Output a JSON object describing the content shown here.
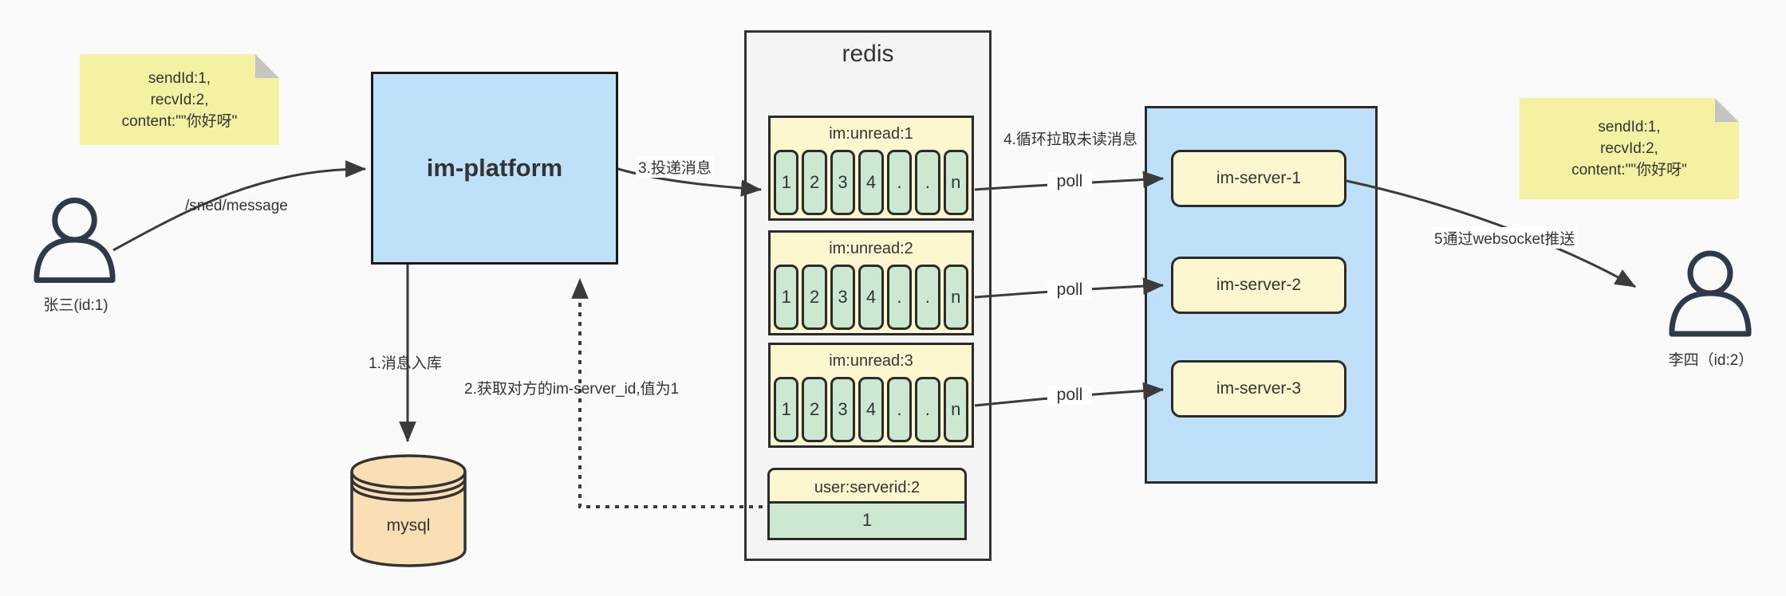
{
  "notes": {
    "left": {
      "lines": [
        "sendId:1,",
        "recvId:2,",
        "content:\"\"你好呀\""
      ]
    },
    "right": {
      "lines": [
        "sendId:1,",
        "recvId:2,",
        "content:\"\"你好呀\""
      ]
    }
  },
  "actors": {
    "sender": {
      "label": "张三(id:1)"
    },
    "receiver": {
      "label": "李四（id:2）"
    }
  },
  "platform": {
    "label": "im-platform"
  },
  "database": {
    "label": "mysql"
  },
  "redis": {
    "title": "redis",
    "lists": [
      {
        "key": "im:unread:1",
        "cells": [
          "1",
          "2",
          "3",
          "4",
          ".",
          ".",
          "n"
        ]
      },
      {
        "key": "im:unread:2",
        "cells": [
          "1",
          "2",
          "3",
          "4",
          ".",
          ".",
          "n"
        ]
      },
      {
        "key": "im:unread:3",
        "cells": [
          "1",
          "2",
          "3",
          "4",
          ".",
          ".",
          "n"
        ]
      }
    ],
    "kv": {
      "key": "user:serverid:2",
      "value": "1"
    }
  },
  "server_cluster": {
    "servers": [
      {
        "label": "im-server-1"
      },
      {
        "label": "im-server-2"
      },
      {
        "label": "im-server-3"
      }
    ]
  },
  "edges": {
    "send_api": "/sned/message",
    "step1": "1.消息入库",
    "step2": "2.获取对方的im-server_id,值为1",
    "step3": "3.投递消息",
    "step4": "4.循环拉取未读消息",
    "poll": "poll",
    "step5": "5通过websocket推送"
  },
  "colors": {
    "note_yellow": "#F5F1A3",
    "node_blue": "#BEE0F8",
    "key_yellow": "#FDF7CF",
    "value_green": "#CDE8D0",
    "db_tan": "#FADFB5",
    "container_gray": "#F4F4F4",
    "line": "#3B3B3B",
    "text": "#333333"
  }
}
